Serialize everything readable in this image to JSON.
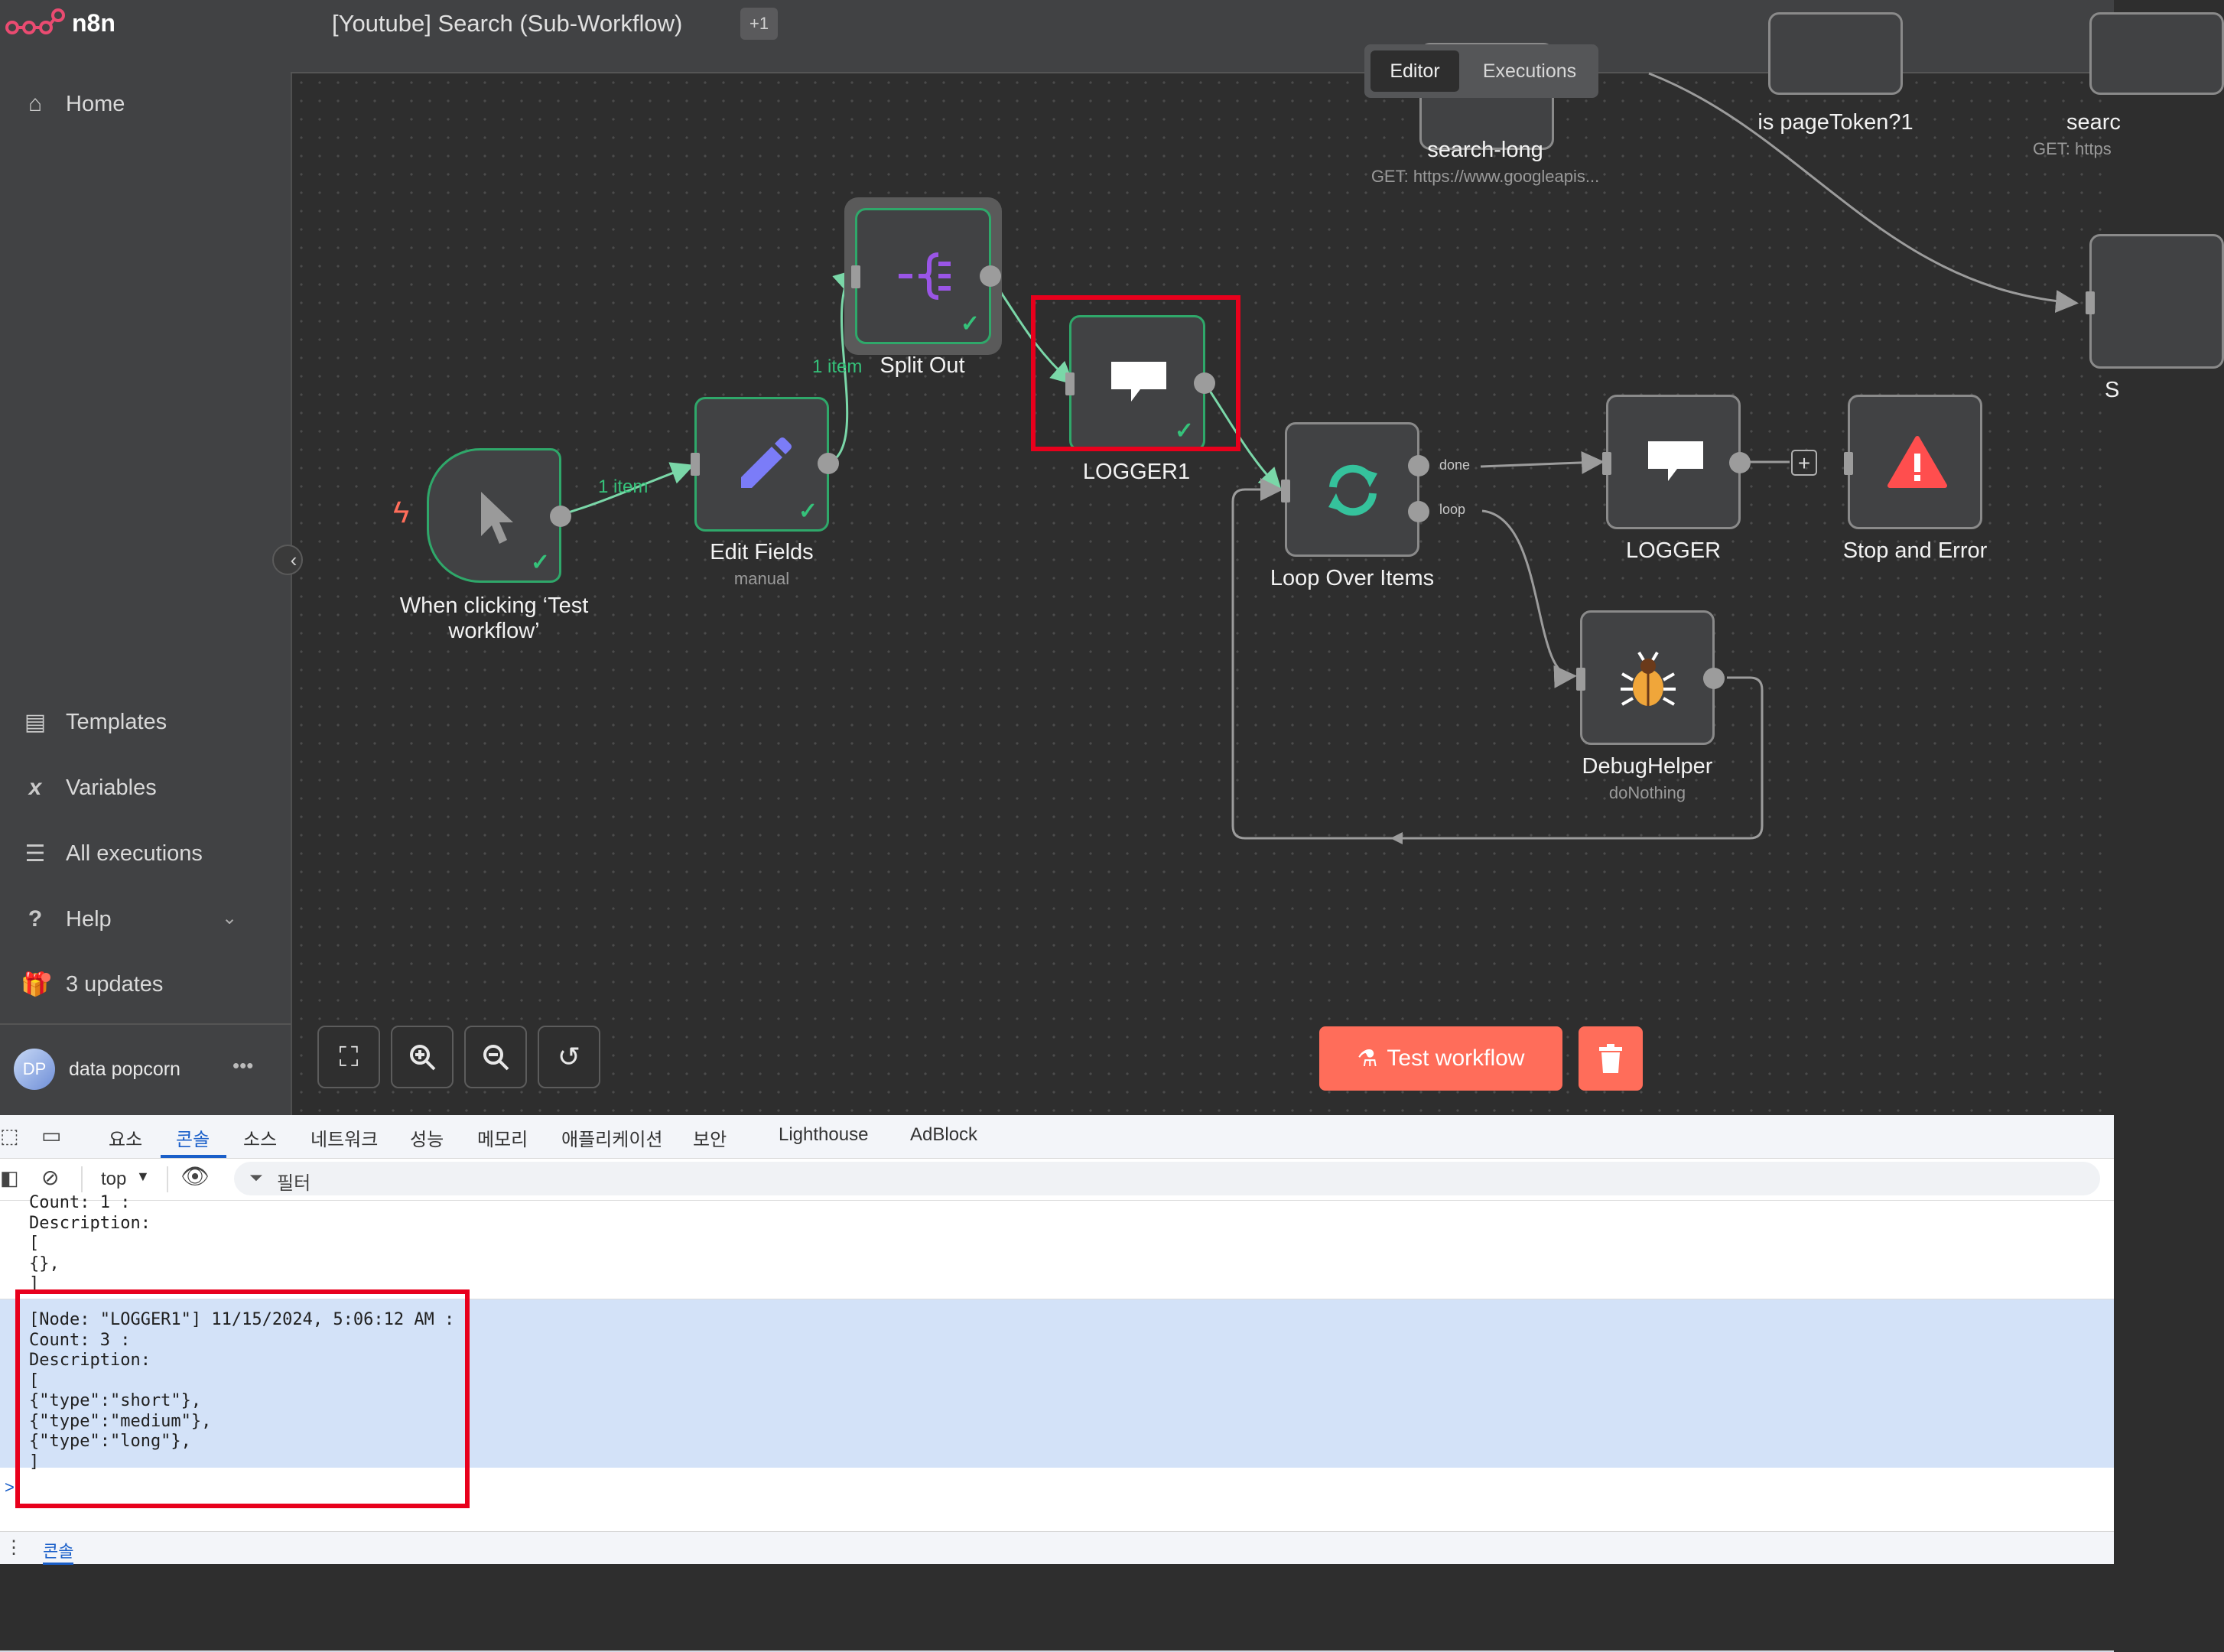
{
  "app": {
    "name": "n8n"
  },
  "sidebar": {
    "items": [
      {
        "label": "Home",
        "icon": "home-icon"
      },
      {
        "label": "Templates",
        "icon": "templates-icon"
      },
      {
        "label": "Variables",
        "icon": "variables-icon"
      },
      {
        "label": "All executions",
        "icon": "executions-icon"
      },
      {
        "label": "Help",
        "icon": "help-icon"
      },
      {
        "label": "3 updates",
        "icon": "gift-icon"
      }
    ],
    "user": {
      "initials": "DP",
      "name": "data popcorn",
      "menu": "•••"
    }
  },
  "header": {
    "title": "[Youtube] Search (Sub-Workflow)",
    "tag": "+1",
    "tabs": [
      {
        "label": "Editor"
      },
      {
        "label": "Executions"
      }
    ]
  },
  "nodes": {
    "trigger": {
      "label_line1": "When clicking ‘Test",
      "label_line2": "workflow’"
    },
    "edit_fields": {
      "label": "Edit Fields",
      "sub": "manual"
    },
    "split_out": {
      "label": "Split Out"
    },
    "logger1": {
      "label": "LOGGER1"
    },
    "loop": {
      "label": "Loop Over Items",
      "done": "done",
      "loop": "loop"
    },
    "logger": {
      "label": "LOGGER"
    },
    "stop": {
      "label": "Stop and Error"
    },
    "debug": {
      "label": "DebugHelper",
      "sub": "doNothing"
    },
    "search_long": {
      "label": "search-long",
      "sub": "GET: https://www.googleapis..."
    },
    "is_page_token": {
      "label": "is pageToken?1"
    },
    "search_partial": {
      "label": "searc",
      "sub": "GET: https"
    },
    "partial_s": {
      "label": "S"
    }
  },
  "edges": {
    "item_label_1": "1 item",
    "item_label_2": "1 item"
  },
  "actions": {
    "test_workflow": "Test workflow"
  },
  "devtools": {
    "tabs": [
      "요소",
      "콘솔",
      "소스",
      "네트워크",
      "성능",
      "메모리",
      "애플리케이션",
      "보안",
      "Lighthouse",
      "AdBlock"
    ],
    "active_tab": "콘솔",
    "context": "top",
    "filter_label": "필터",
    "log_prev": "Count: 1 :\nDescription:\n[\n{},\n]",
    "log_main": "[Node: \"LOGGER1\"] 11/15/2024, 5:06:12 AM :\nCount: 3 :\nDescription:\n[\n{\"type\":\"short\"},\n{\"type\":\"medium\"},\n{\"type\":\"long\"},\n]",
    "prompt": ">",
    "drawer_tab": "콘솔"
  },
  "colors": {
    "accent": "#ff6d5a",
    "success": "#2fa86a",
    "highlight": "#e8001c",
    "console_selected": "#d3e2f8"
  }
}
